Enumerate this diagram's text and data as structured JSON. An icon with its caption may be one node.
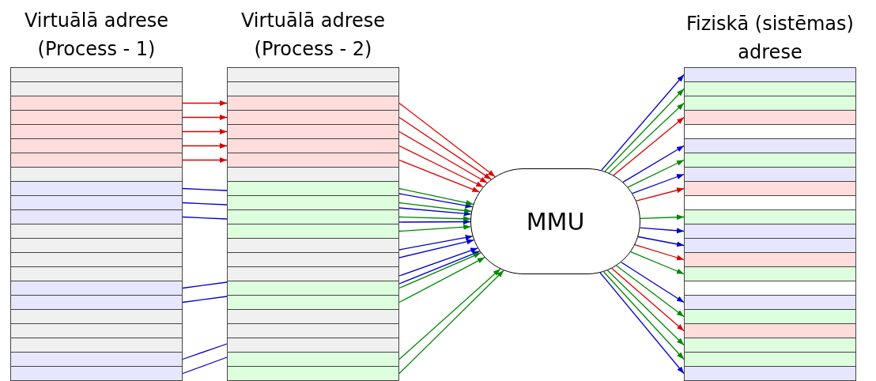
{
  "diagram": {
    "nodes": [
      {
        "text": [],
        "shape": "bar"
      },
      {
        "text": [],
        "shape": "bar"
      },
      {
        "text": [],
        "shape": "bar"
      },
      {
        "text": [],
        "shape": "bar"
      },
      {
        "text": [],
        "shape": "bar"
      },
      {
        "text": [],
        "shape": "bar"
      },
      {
        "text": [],
        "shape": "bar"
      },
      {
        "text": [],
        "shape": "bar"
      },
      {
        "text": [],
        "shape": "bar"
      },
      {
        "text": [],
        "shape": "bar"
      },
      {
        "text": [],
        "shape": "bar"
      },
      {
        "text": [],
        "shape": "bar"
      },
      {
        "text": [],
        "shape": "bar"
      },
      {
        "text": [],
        "shape": "bar"
      },
      {
        "text": [],
        "shape": "bar"
      },
      {
        "text": [],
        "shape": "bar"
      },
      {
        "text": [],
        "shape": "bar"
      },
      {
        "text": [],
        "shape": "bar"
      },
      {
        "text": [],
        "shape": "bar"
      },
      {
        "text": [],
        "shape": "bar"
      },
      {
        "text": [],
        "shape": "bar"
      },
      {
        "text": [],
        "shape": "bar"
      },
      {
        "text": [],
        "shape": "bar"
      },
      {
        "text": [],
        "shape": "bar"
      },
      {
        "text": [],
        "shape": "bar"
      },
      {
        "text": [],
        "shape": "bar"
      },
      {
        "text": [],
        "shape": "bar"
      },
      {
        "text": [],
        "shape": "bar"
      },
      {
        "text": [],
        "shape": "bar"
      },
      {
        "text": [],
        "shape": "bar"
      },
      {
        "text": [],
        "shape": "bar"
      },
      {
        "text": [],
        "shape": "bar"
      },
      {
        "text": [],
        "shape": "bar"
      },
      {
        "text": [],
        "shape": "bar"
      },
      {
        "text": [],
        "shape": "bar"
      },
      {
        "text": [],
        "shape": "bar"
      },
      {
        "text": [],
        "shape": "bar"
      },
      {
        "text": [],
        "shape": "bar"
      },
      {
        "text": [],
        "shape": "bar"
      },
      {
        "text": [],
        "shape": "bar"
      },
      {
        "text": [],
        "shape": "bar"
      },
      {
        "text": [],
        "shape": "bar"
      },
      {
        "text": [],
        "shape": "bar"
      },
      {
        "text": [],
        "shape": "bar"
      },
      {
        "text": [
          "MMU"
        ]
      },
      {
        "text": [],
        "shape": "bar"
      },
      {
        "text": [],
        "shape": "bar"
      },
      {
        "text": [],
        "shape": "bar"
      },
      {
        "text": [],
        "shape": "bar"
      },
      {
        "text": [],
        "shape": "bar"
      },
      {
        "text": [],
        "shape": "bar"
      },
      {
        "text": [],
        "shape": "bar"
      },
      {
        "text": [],
        "shape": "bar"
      },
      {
        "text": [],
        "shape": "bar"
      },
      {
        "text": [],
        "shape": "bar"
      },
      {
        "text": [],
        "shape": "bar"
      },
      {
        "text": [],
        "shape": "bar"
      },
      {
        "text": [],
        "shape": "bar"
      },
      {
        "text": [],
        "shape": "bar"
      },
      {
        "text": [],
        "shape": "bar"
      },
      {
        "text": [],
        "shape": "bar"
      },
      {
        "text": [],
        "shape": "bar"
      },
      {
        "text": [],
        "shape": "bar"
      },
      {
        "text": [],
        "shape": "bar"
      },
      {
        "text": [],
        "shape": "bar"
      },
      {
        "text": [],
        "shape": "bar"
      },
      {
        "text": [],
        "shape": "bar"
      }
    ],
    "edges": [
      {
        "from": 2,
        "to": 24,
        "arrow": "to",
        "color": "#dd0000"
      },
      {
        "from": 3,
        "to": 25,
        "arrow": "to",
        "color": "#dd0000"
      },
      {
        "from": 4,
        "to": 26,
        "arrow": "to",
        "color": "#dd0000"
      },
      {
        "from": 5,
        "to": 27,
        "arrow": "to",
        "color": "#dd0000"
      },
      {
        "from": 6,
        "to": 28,
        "arrow": "to",
        "color": "#dd0000"
      },
      {
        "from": 24,
        "to": 44,
        "arrow": "to",
        "color": "#dd0000"
      },
      {
        "from": 25,
        "to": 44,
        "arrow": "to",
        "color": "#dd0000"
      },
      {
        "from": 26,
        "to": 44,
        "arrow": "to",
        "color": "#dd0000"
      },
      {
        "from": 27,
        "to": 44,
        "arrow": "to",
        "color": "#dd0000"
      },
      {
        "from": 28,
        "to": 44,
        "arrow": "to",
        "color": "#dd0000"
      },
      {
        "from": 8,
        "to": 30,
        "arrow": "none",
        "color": "#0000cc"
      },
      {
        "from": 9,
        "to": 31,
        "arrow": "none",
        "color": "#0000cc"
      },
      {
        "from": 10,
        "to": 32,
        "arrow": "none",
        "color": "#0000cc"
      },
      {
        "from": 15,
        "to": 37,
        "arrow": "none",
        "color": "#0000cc"
      },
      {
        "from": 16,
        "to": 38,
        "arrow": "none",
        "color": "#0000cc"
      },
      {
        "from": 20,
        "to": 41,
        "arrow": "none",
        "color": "#0000cc"
      },
      {
        "from": 21,
        "to": 42,
        "arrow": "none",
        "color": "#0000cc"
      },
      {
        "from": 30,
        "to": 44,
        "arrow": "to",
        "color": "#0000cc"
      },
      {
        "from": 31,
        "to": 44,
        "arrow": "to",
        "color": "#0000cc"
      },
      {
        "from": 32,
        "to": 44,
        "arrow": "to",
        "color": "#0000cc"
      },
      {
        "from": 34,
        "to": 44,
        "arrow": "to",
        "color": "#0000cc"
      },
      {
        "from": 35,
        "to": 44,
        "arrow": "to",
        "color": "#0000cc"
      },
      {
        "from": 36,
        "to": 44,
        "arrow": "to",
        "color": "#0000cc"
      },
      {
        "from": 37,
        "to": 44,
        "arrow": "to",
        "color": "#0000cc"
      },
      {
        "from": 30,
        "to": 44,
        "arrow": "to",
        "color": "#008800"
      },
      {
        "from": 31,
        "to": 44,
        "arrow": "to",
        "color": "#008800"
      },
      {
        "from": 32,
        "to": 44,
        "arrow": "to",
        "color": "#008800"
      },
      {
        "from": 33,
        "to": 44,
        "arrow": "to",
        "color": "#008800"
      },
      {
        "from": 37,
        "to": 44,
        "arrow": "to",
        "color": "#008800"
      },
      {
        "from": 38,
        "to": 44,
        "arrow": "to",
        "color": "#008800"
      },
      {
        "from": 42,
        "to": 44,
        "arrow": "to",
        "color": "#008800"
      },
      {
        "from": 43,
        "to": 44,
        "arrow": "to",
        "color": "#008800"
      },
      {
        "from": 44,
        "to": 45,
        "arrow": "to",
        "color": "#0000cc"
      },
      {
        "from": 44,
        "to": 46,
        "arrow": "to",
        "color": "#008800"
      },
      {
        "from": 44,
        "to": 47,
        "arrow": "to",
        "color": "#008800"
      },
      {
        "from": 44,
        "to": 48,
        "arrow": "to",
        "color": "#dd0000"
      },
      {
        "from": 44,
        "to": 50,
        "arrow": "to",
        "color": "#0000cc"
      },
      {
        "from": 44,
        "to": 51,
        "arrow": "to",
        "color": "#008800"
      },
      {
        "from": 44,
        "to": 52,
        "arrow": "to",
        "color": "#0000cc"
      },
      {
        "from": 44,
        "to": 53,
        "arrow": "to",
        "color": "#dd0000"
      },
      {
        "from": 44,
        "to": 55,
        "arrow": "to",
        "color": "#008800"
      },
      {
        "from": 44,
        "to": 56,
        "arrow": "to",
        "color": "#0000cc"
      },
      {
        "from": 44,
        "to": 57,
        "arrow": "to",
        "color": "#0000cc"
      },
      {
        "from": 44,
        "to": 58,
        "arrow": "to",
        "color": "#dd0000"
      },
      {
        "from": 44,
        "to": 59,
        "arrow": "to",
        "color": "#008800"
      },
      {
        "from": 44,
        "to": 61,
        "arrow": "to",
        "color": "#0000cc"
      },
      {
        "from": 44,
        "to": 62,
        "arrow": "to",
        "color": "#008800"
      },
      {
        "from": 44,
        "to": 63,
        "arrow": "to",
        "color": "#dd0000"
      },
      {
        "from": 44,
        "to": 64,
        "arrow": "to",
        "color": "#008800"
      },
      {
        "from": 44,
        "to": 65,
        "arrow": "to",
        "color": "#008800"
      },
      {
        "from": 44,
        "to": 66,
        "arrow": "to",
        "color": "#0000cc"
      }
    ],
    "labels": [
      "Virtuālā adrese (Process - 1)",
      "Virtuālā adrese (Process - 2)",
      "Fiziskā (sistēmas) adrese"
    ]
  }
}
